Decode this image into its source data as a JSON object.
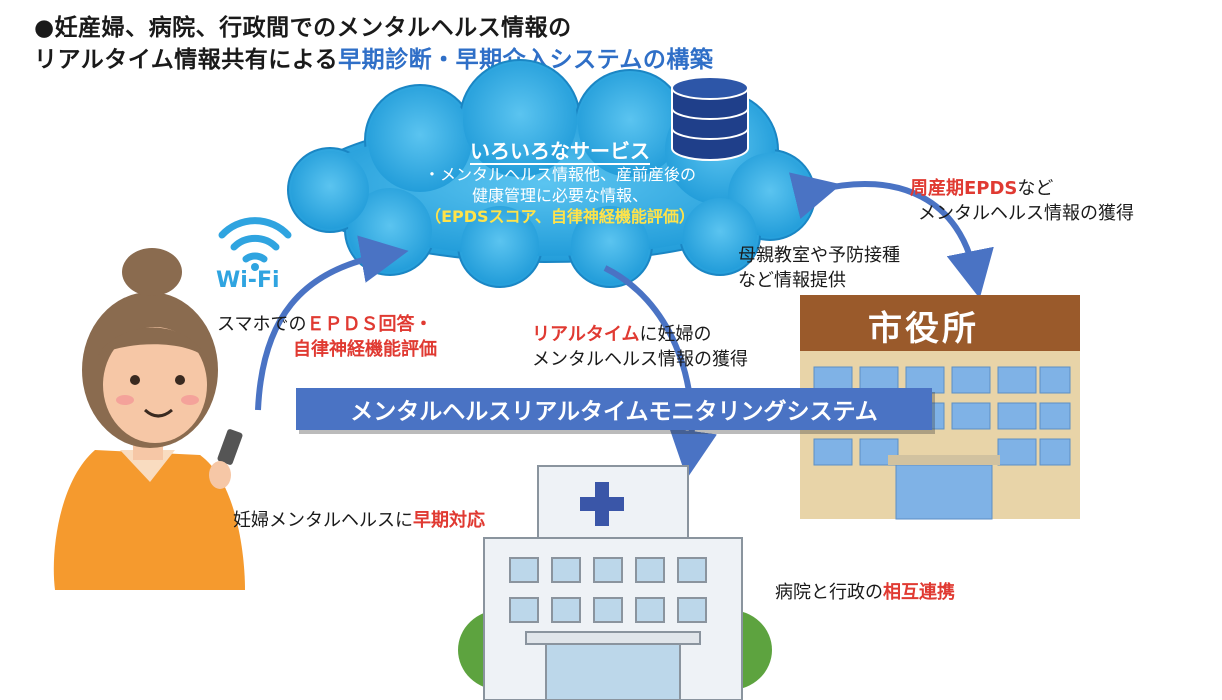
{
  "title": {
    "line1": "●妊産婦、病院、行政間でのメンタルヘルス情報の",
    "line2_plain": "リアルタイム情報共有による",
    "line2_accent": "早期診断・早期介入システムの構築"
  },
  "cloud": {
    "heading": "いろいろなサービス",
    "line1": "・メンタルヘルス情報他、産前産後の",
    "line2": "健康管理に必要な情報、",
    "line3": "（EPDSスコア、自律神経機能評価）"
  },
  "wifi_label": "Wi-Fi",
  "smartphone_label": {
    "plain": "スマホでの",
    "red_line1": "ＥＰＤＳ回答・",
    "red_line2": "自律神経機能評価"
  },
  "realtime_label": {
    "red": "リアルタイム",
    "plain1": "に妊婦の",
    "plain2": "メンタルヘルス情報の獲得"
  },
  "city_arrow_label": {
    "red": "周産期EPDS",
    "plain1": "など",
    "plain2": "メンタルヘルス情報の獲得"
  },
  "city_info_label": {
    "line1": "母親教室や予防接種",
    "line2": "など情報提供"
  },
  "city_hall_sign": "市役所",
  "banner": "メンタルヘルスリアルタイムモニタリングシステム",
  "early_response": {
    "plain": "妊婦メンタルヘルスに",
    "red": "早期対応"
  },
  "cooperation": {
    "plain": "病院と行政の",
    "red": "相互連携"
  },
  "colors": {
    "accent_blue": "#2f6fc7",
    "red": "#e03a32",
    "cloud": "#29a9e6",
    "banner": "#4a73c4",
    "arrow": "#4a73c4"
  }
}
